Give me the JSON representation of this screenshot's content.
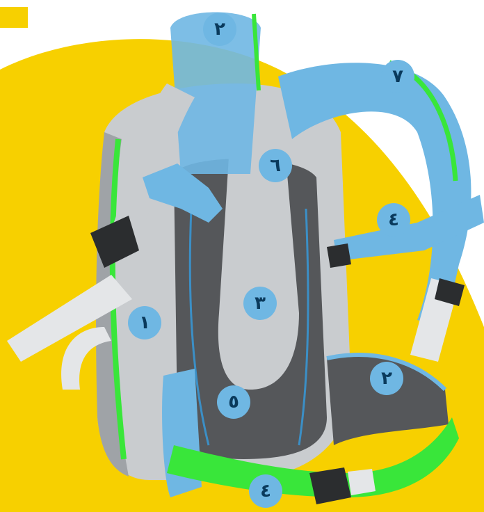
{
  "colors": {
    "background": "#ffffff",
    "yellow": "#f7d000",
    "pack_body": "#c9cccf",
    "pack_shade": "#9fa3a7",
    "back_panel": "#55575a",
    "strap_blue": "#6fb7e3",
    "strap_blue_dark": "#3b8fc6",
    "accent_green": "#39e63a",
    "webbing": "#e4e6e8",
    "buckle": "#2b2d2f",
    "badge_fill": "#6fb7e3",
    "badge_text": "#0a3a5c"
  },
  "labels": [
    {
      "id": "padded-top-strap",
      "text": "٢"
    },
    {
      "id": "shoulder-strap-top",
      "text": "٧"
    },
    {
      "id": "back-padding-upper",
      "text": "٦"
    },
    {
      "id": "chest-strap",
      "text": "٤"
    },
    {
      "id": "back-channel",
      "text": "٣"
    },
    {
      "id": "side-body",
      "text": "١"
    },
    {
      "id": "hip-belt-pad",
      "text": "٢"
    },
    {
      "id": "lumbar-panel",
      "text": "٥"
    },
    {
      "id": "hip-belt",
      "text": "٤"
    }
  ]
}
